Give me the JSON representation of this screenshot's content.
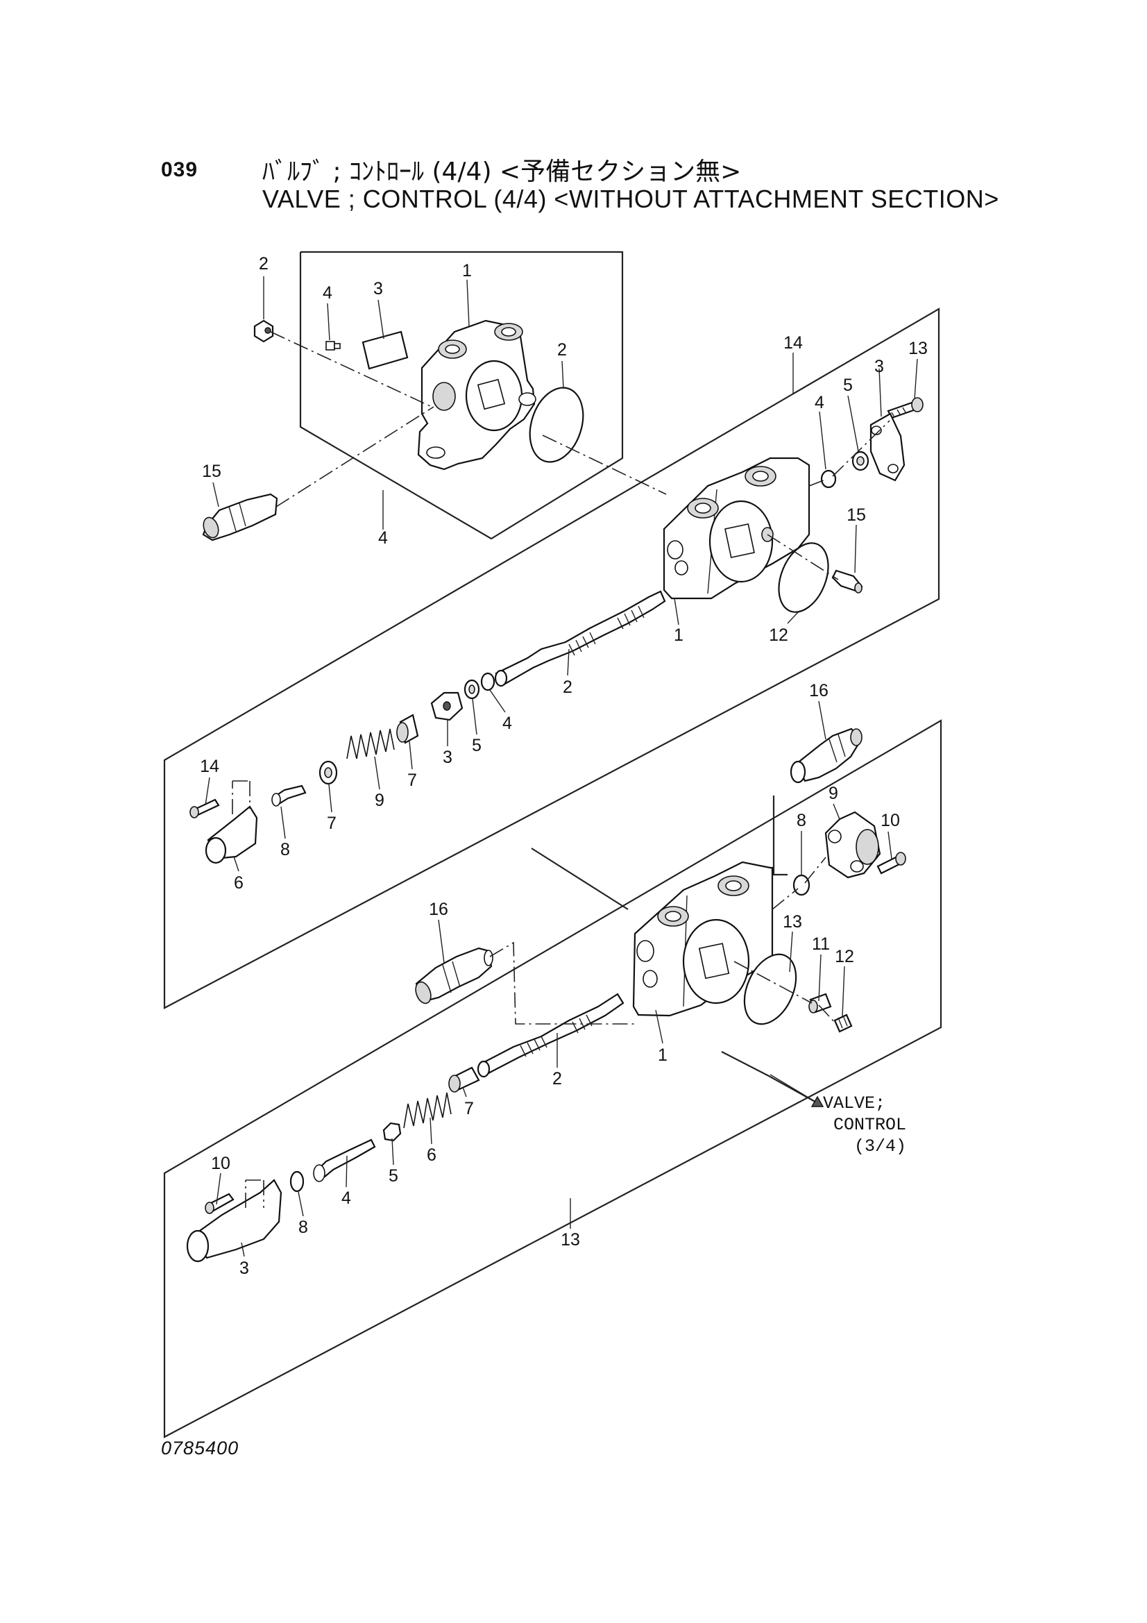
{
  "header": {
    "section_number": "039",
    "title_jp": "ﾊﾞﾙﾌﾞ ; ｺﾝﾄﾛｰﾙ (4/4) <予備セクション無>",
    "title_en": "VALVE ; CONTROL (4/4) <WITHOUT ATTACHMENT SECTION>"
  },
  "reference_note": {
    "line1": "VALVE;",
    "line2": "CONTROL",
    "line3": "(3/4)"
  },
  "drawing_number": "0785400",
  "callouts": {
    "top_group": [
      "2",
      "4",
      "3",
      "1",
      "2",
      "15",
      "4"
    ],
    "section_14": [
      "14",
      "13",
      "3",
      "5",
      "4",
      "15",
      "1",
      "12",
      "2",
      "4",
      "5",
      "3",
      "7",
      "9",
      "7",
      "8",
      "6",
      "14"
    ],
    "section_13": [
      "16",
      "9",
      "10",
      "8",
      "16",
      "13",
      "11",
      "12",
      "1",
      "2",
      "7",
      "6",
      "5",
      "4",
      "8",
      "10",
      "3",
      "13"
    ]
  }
}
